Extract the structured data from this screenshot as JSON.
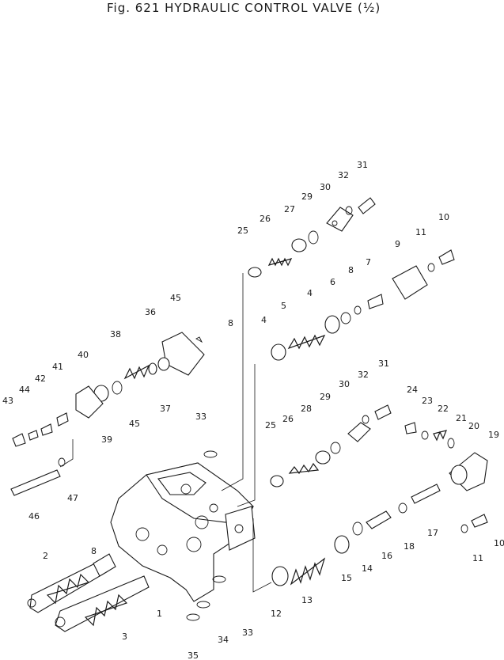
{
  "title": "Fig. 621   HYDRAULIC CONTROL VALVE (½)",
  "callouts": [
    "1",
    "2",
    "3",
    "4",
    "4",
    "5",
    "6",
    "7",
    "8",
    "8",
    "8",
    "9",
    "10",
    "10",
    "11",
    "11",
    "12",
    "13",
    "14",
    "15",
    "16",
    "17",
    "18",
    "19",
    "20",
    "21",
    "22",
    "23",
    "24",
    "25",
    "25",
    "26",
    "26",
    "27",
    "28",
    "29",
    "29",
    "30",
    "30",
    "31",
    "31",
    "32",
    "32",
    "33",
    "33",
    "34",
    "35",
    "36",
    "37",
    "38",
    "39",
    "40",
    "41",
    "42",
    "43",
    "44",
    "45",
    "45",
    "46",
    "47"
  ]
}
